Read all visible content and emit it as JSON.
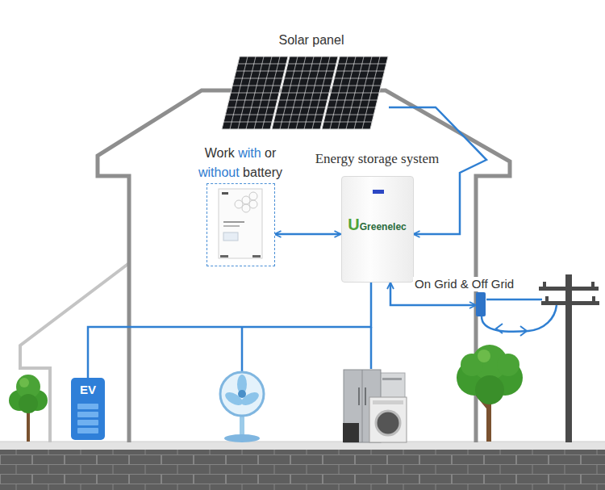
{
  "diagram": {
    "nodes": [
      {
        "text": [
          "Solar panel"
        ]
      },
      {
        "text": [
          "Work with or without battery"
        ]
      },
      {
        "text": [
          "Energy storage system",
          "UGreenelec"
        ]
      },
      {
        "text": [
          "On Grid & Off Grid"
        ]
      },
      {
        "text": [
          "EV"
        ]
      }
    ],
    "edges": [
      {
        "from": 0,
        "to": 2,
        "arrow": "to"
      },
      {
        "from": 1,
        "to": 2,
        "arrow": "both"
      },
      {
        "from": 2,
        "to": 3,
        "arrow": "both"
      },
      {
        "from": 2,
        "to": 4,
        "arrow": "none"
      }
    ]
  }
}
